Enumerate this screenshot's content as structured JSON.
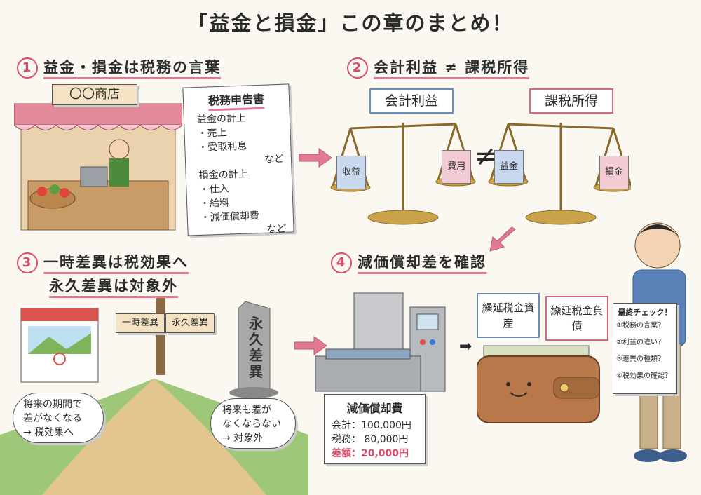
{
  "title": "「益金と損金」この章のまとめ！",
  "sections": {
    "s1": {
      "num": "1",
      "heading": "益金・損金は税務の言葉",
      "shop_sign": "〇〇商店",
      "doc_title": "税務申告書",
      "doc_lines": [
        "益金の計上",
        "・売上",
        "・受取利息",
        "など",
        "損金の計上",
        "・仕入",
        "・給料",
        "・減価償却費",
        "など"
      ]
    },
    "s2": {
      "num": "2",
      "heading": "会計利益 ≠ 課税所得",
      "left_label": "会計利益",
      "right_label": "課税所得",
      "neq": "≠",
      "left_weights": [
        "収益",
        "費用"
      ],
      "right_weights": [
        "益金",
        "損金"
      ]
    },
    "s3": {
      "num": "3",
      "heading_line1": "一時差異は税効果へ",
      "heading_line2": "永久差異は対象外",
      "sign_left": "一時差異",
      "sign_right": "永久差異",
      "stone": "永久差異",
      "left_bubble": [
        "将来の期間で",
        "差がなくなる",
        "→ 税効果へ"
      ],
      "right_bubble": [
        "将来も差が",
        "なくならない",
        "→ 対象外"
      ]
    },
    "s4": {
      "num": "4",
      "heading": "減価償却差を確認",
      "card_title": "減価償却費",
      "card_lines": [
        "会計：100,000円",
        "税務： 80,000円"
      ],
      "card_diff": "差額：20,000円",
      "asset_label": "繰延税金資産",
      "liability_label": "繰延税金負債"
    },
    "checklist": {
      "title": "最終チェック！",
      "items": [
        "①税務の言葉？",
        "②利益の違い？",
        "③差異の種類？",
        "④税効果の確認？"
      ]
    }
  },
  "colors": {
    "accent_red": "#d94a6a",
    "blue": "#6a8fbf",
    "pink_arrow": "#e27b92"
  }
}
